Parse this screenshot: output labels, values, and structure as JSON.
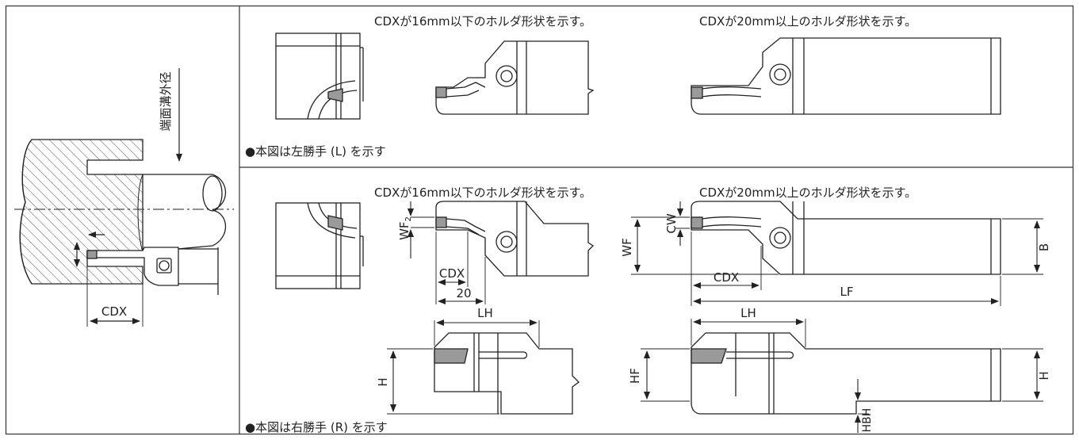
{
  "left_panel": {
    "vertical_label": "端面溝外径",
    "dim_cdx": "CDX"
  },
  "top_section": {
    "caption_small": "CDXが16mm以下のホルダ形状を示す。",
    "caption_large": "CDXが20mm以上のホルダ形状を示す。",
    "note": "●本図は左勝手 (L) を示す"
  },
  "bottom_section": {
    "caption_small": "CDXが16mm以下のホルダ形状を示す。",
    "caption_large": "CDXが20mm以上のホルダ形状を示す。",
    "note": "●本図は右勝手 (R) を示す",
    "small_dims": {
      "wf2": "WF",
      "wf2_sub": "2",
      "cdx": "CDX",
      "twenty": "20",
      "lh": "LH",
      "h": "H"
    },
    "large_dims": {
      "cw": "CW",
      "wf": "WF",
      "b": "B",
      "cdx": "CDX",
      "lf": "LF",
      "lh": "LH",
      "hf": "HF",
      "h": "H",
      "hbh": "HBH"
    }
  },
  "colors": {
    "line": "#222222",
    "insert": "#9a9a9a",
    "hatch": "#444444",
    "border": "#333333"
  }
}
